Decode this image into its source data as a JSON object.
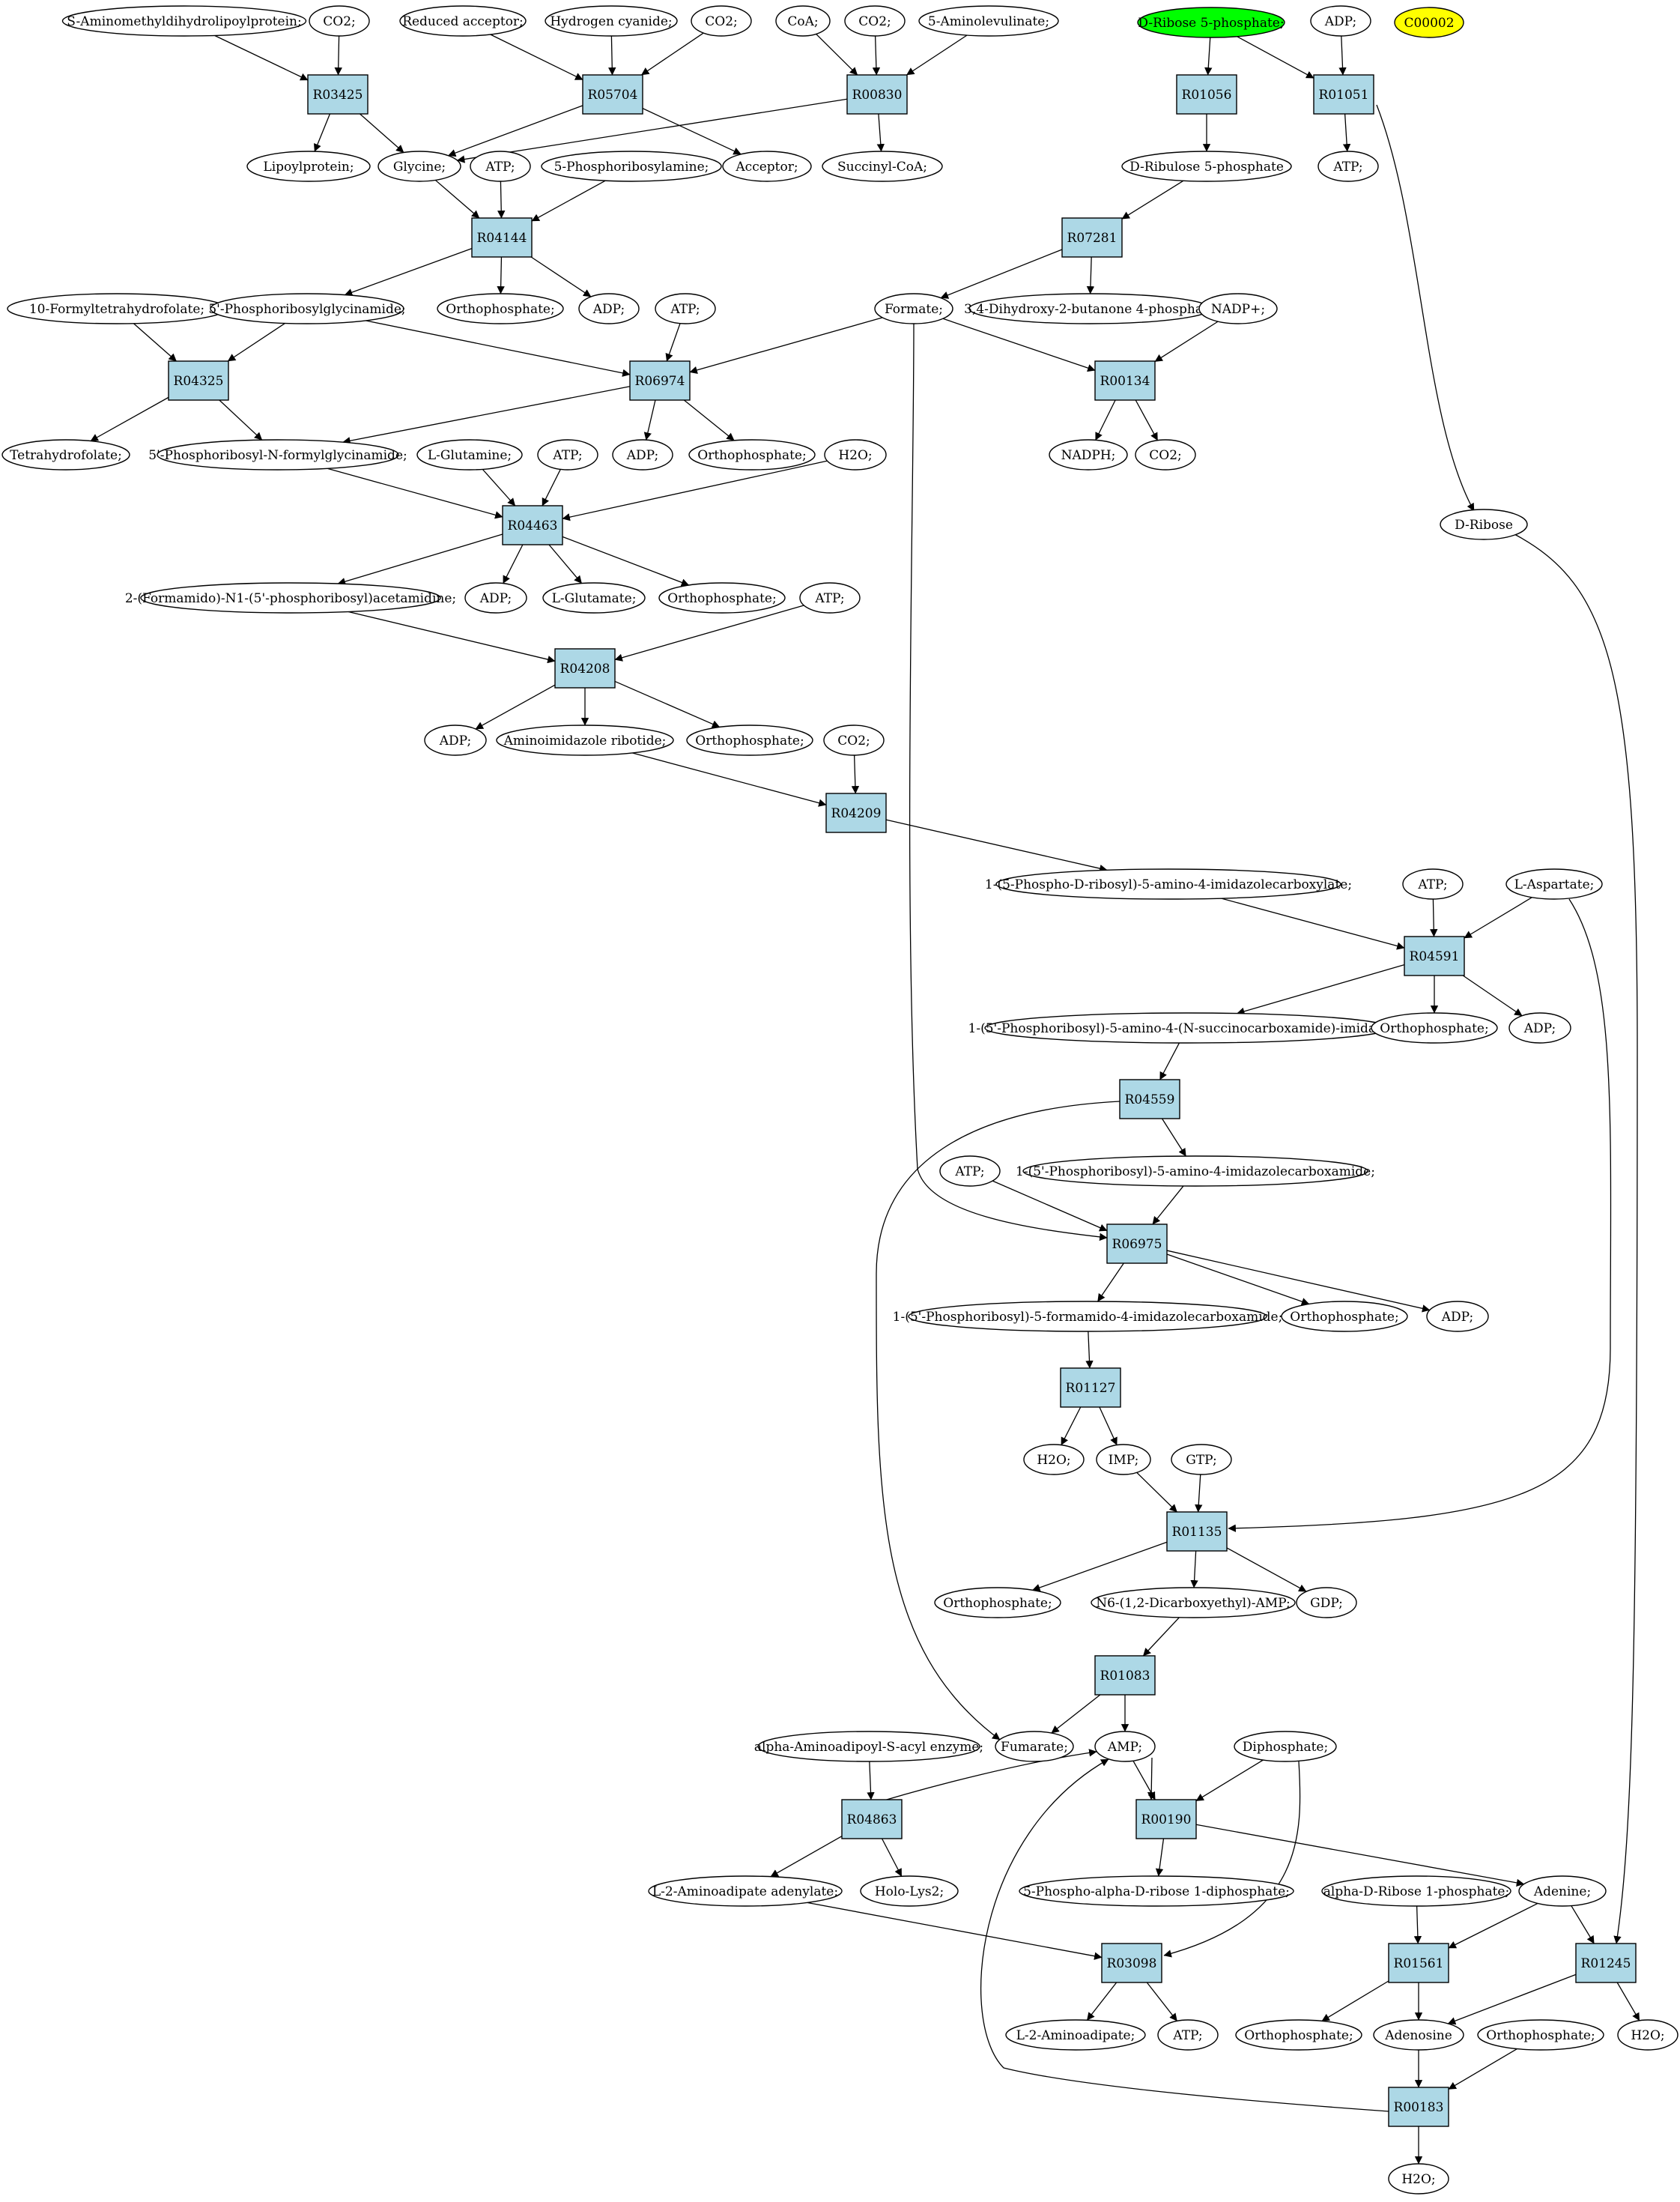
{
  "nodes": {
    "c_aminomethyl": "S-Aminomethyldihydrolipoylprotein;",
    "c_co2_a": "CO2;",
    "c_redacc": "Reduced acceptor;",
    "c_hcn": "Hydrogen cyanide;",
    "c_co2_b": "CO2;",
    "c_coa": "CoA;",
    "c_co2_c": "CO2;",
    "c_ala": "5-Aminolevulinate;",
    "c_r5p": "D-Ribose 5-phosphate;",
    "c_adp_top": "ADP;",
    "c_c00002": "C00002",
    "r_R03425": "R03425",
    "r_R05704": "R05704",
    "r_R00830": "R00830",
    "r_R01056": "R01056",
    "r_R01051": "R01051",
    "c_lipo": "Lipoylprotein;",
    "c_gly": "Glycine;",
    "c_atp_1": "ATP;",
    "c_pra": "5-Phosphoribosylamine;",
    "c_acc": "Acceptor;",
    "c_succ": "Succinyl-CoA;",
    "c_ru5p": "D-Ribulose 5-phosphate",
    "c_atp_top": "ATP;",
    "r_R04144": "R04144",
    "r_R07281": "R07281",
    "c_fthf": "10-Formyltetrahydrofolate;",
    "c_gar": "5'-Phosphoribosylglycinamide;",
    "c_pi_1": "Orthophosphate;",
    "c_adp_1": "ADP;",
    "c_atp_2": "ATP;",
    "c_formate": "Formate;",
    "c_dhbp": "3,4-Dihydroxy-2-butanone 4-phosphate",
    "c_nadp": "NADP+;",
    "r_R04325": "R04325",
    "r_R06974": "R06974",
    "r_R00134": "R00134",
    "c_thf": "Tetrahydrofolate;",
    "c_fgar": "5'-Phosphoribosyl-N-formylglycinamide;",
    "c_adp_2": "ADP;",
    "c_pi_2": "Orthophosphate;",
    "c_nadph": "NADPH;",
    "c_co2_d": "CO2;",
    "c_gln": "L-Glutamine;",
    "c_atp_3": "ATP;",
    "c_h2o_1": "H2O;",
    "c_ribose": "D-Ribose",
    "r_R04463": "R04463",
    "c_fgam": "2-(Formamido)-N1-(5'-phosphoribosyl)acetamidine;",
    "c_adp_3": "ADP;",
    "c_glu": "L-Glutamate;",
    "c_pi_3": "Orthophosphate;",
    "c_atp_4": "ATP;",
    "r_R04208": "R04208",
    "c_adp_4": "ADP;",
    "c_air": "Aminoimidazole ribotide;",
    "c_pi_4": "Orthophosphate;",
    "c_co2_e": "CO2;",
    "r_R04209": "R04209",
    "c_cair": "1-(5-Phospho-D-ribosyl)-5-amino-4-imidazolecarboxylate;",
    "c_atp_5": "ATP;",
    "c_asp": "L-Aspartate;",
    "r_R04591": "R04591",
    "c_saicar": "1-(5'-Phosphoribosyl)-5-amino-4-(N-succinocarboxamide)-imidazole;",
    "c_pi_5": "Orthophosphate;",
    "c_adp_5": "ADP;",
    "r_R04559": "R04559",
    "c_atp_6": "ATP;",
    "c_aicar": "1-(5'-Phosphoribosyl)-5-amino-4-imidazolecarboxamide;",
    "r_R06975": "R06975",
    "c_faicar": "1-(5'-Phosphoribosyl)-5-formamido-4-imidazolecarboxamide;",
    "c_pi_6": "Orthophosphate;",
    "c_adp_6": "ADP;",
    "r_R01127": "R01127",
    "c_h2o_2": "H2O;",
    "c_imp": "IMP;",
    "c_gtp": "GTP;",
    "r_R01135": "R01135",
    "c_pi_7": "Orthophosphate;",
    "c_sampl": "N6-(1,2-Dicarboxyethyl)-AMP;",
    "c_gdp": "GDP;",
    "r_R01083": "R01083",
    "c_aaa_enz": "alpha-Aminoadipoyl-S-acyl enzyme;",
    "c_fum": "Fumarate;",
    "c_amp": "AMP;",
    "c_ppi": "Diphosphate;",
    "r_R04863": "R04863",
    "r_R00190": "R00190",
    "c_aad_aden": "L-2-Aminoadipate adenylate;",
    "c_hololys2": "Holo-Lys2;",
    "c_prpp": "5-Phospho-alpha-D-ribose 1-diphosphate;",
    "c_r1p": "alpha-D-Ribose 1-phosphate;",
    "c_adenine": "Adenine;",
    "r_R03098": "R03098",
    "r_R01561": "R01561",
    "r_R01245": "R01245",
    "c_aad": "L-2-Aminoadipate;",
    "c_atp_7": "ATP;",
    "c_pi_8": "Orthophosphate;",
    "c_adenosine": "Adenosine",
    "c_pi_9": "Orthophosphate;",
    "c_h2o_3": "H2O;",
    "r_R00183": "R00183",
    "c_h2o_4": "H2O;"
  },
  "colors": {
    "reaction_fill": "#add8e6",
    "highlight_green": "#00ff00",
    "highlight_yellow": "#ffff00",
    "compound_fill": "#ffffff",
    "stroke": "#000000"
  }
}
